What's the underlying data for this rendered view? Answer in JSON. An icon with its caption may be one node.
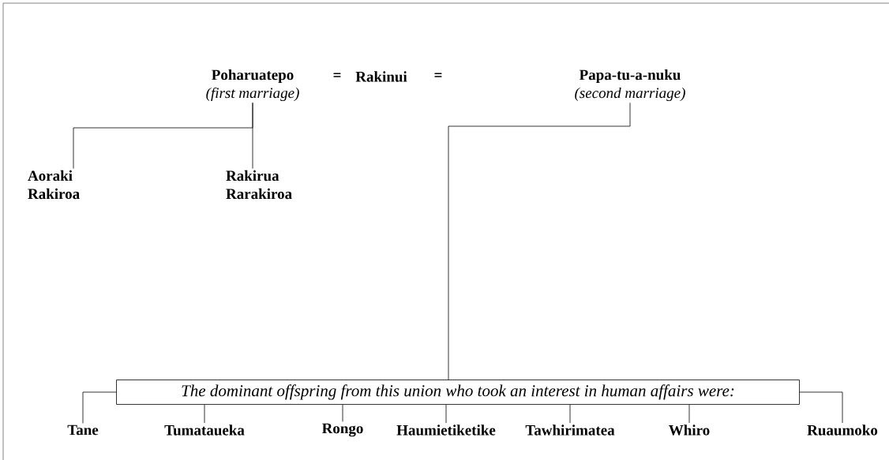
{
  "diagram": {
    "nodes": [
      {
        "text": [
          "Poharuatepo",
          "(first marriage)"
        ]
      },
      {
        "text": [
          "Rakinui"
        ]
      },
      {
        "text": [
          "Papa-tu-a-nuku",
          "(second marriage)"
        ]
      },
      {
        "text": [
          "Aoraki Rakiroa"
        ]
      },
      {
        "text": [
          "Rakirua Rarakiroa"
        ]
      },
      {
        "text": [
          "The dominant offspring from this union who took an interest in human affairs were:"
        ]
      },
      {
        "text": [
          "Tane"
        ]
      },
      {
        "text": [
          "Tumataueka"
        ]
      },
      {
        "text": [
          "Rongo"
        ]
      },
      {
        "text": [
          "Haumietiketike"
        ]
      },
      {
        "text": [
          "Tawhirimatea"
        ]
      },
      {
        "text": [
          "Whiro"
        ]
      },
      {
        "text": [
          "Ruaumoko"
        ]
      }
    ],
    "edges": [
      {
        "from": 0,
        "to": 3,
        "arrow": "none"
      },
      {
        "from": 0,
        "to": 4,
        "arrow": "none"
      },
      {
        "from": 2,
        "to": 5,
        "arrow": "none"
      },
      {
        "from": 5,
        "to": 6,
        "arrow": "none"
      },
      {
        "from": 5,
        "to": 7,
        "arrow": "none"
      },
      {
        "from": 5,
        "to": 8,
        "arrow": "none"
      },
      {
        "from": 5,
        "to": 9,
        "arrow": "none"
      },
      {
        "from": 5,
        "to": 10,
        "arrow": "none"
      },
      {
        "from": 5,
        "to": 11,
        "arrow": "none"
      },
      {
        "from": 5,
        "to": 12,
        "arrow": "none"
      }
    ],
    "labels": [
      "=",
      "="
    ]
  }
}
